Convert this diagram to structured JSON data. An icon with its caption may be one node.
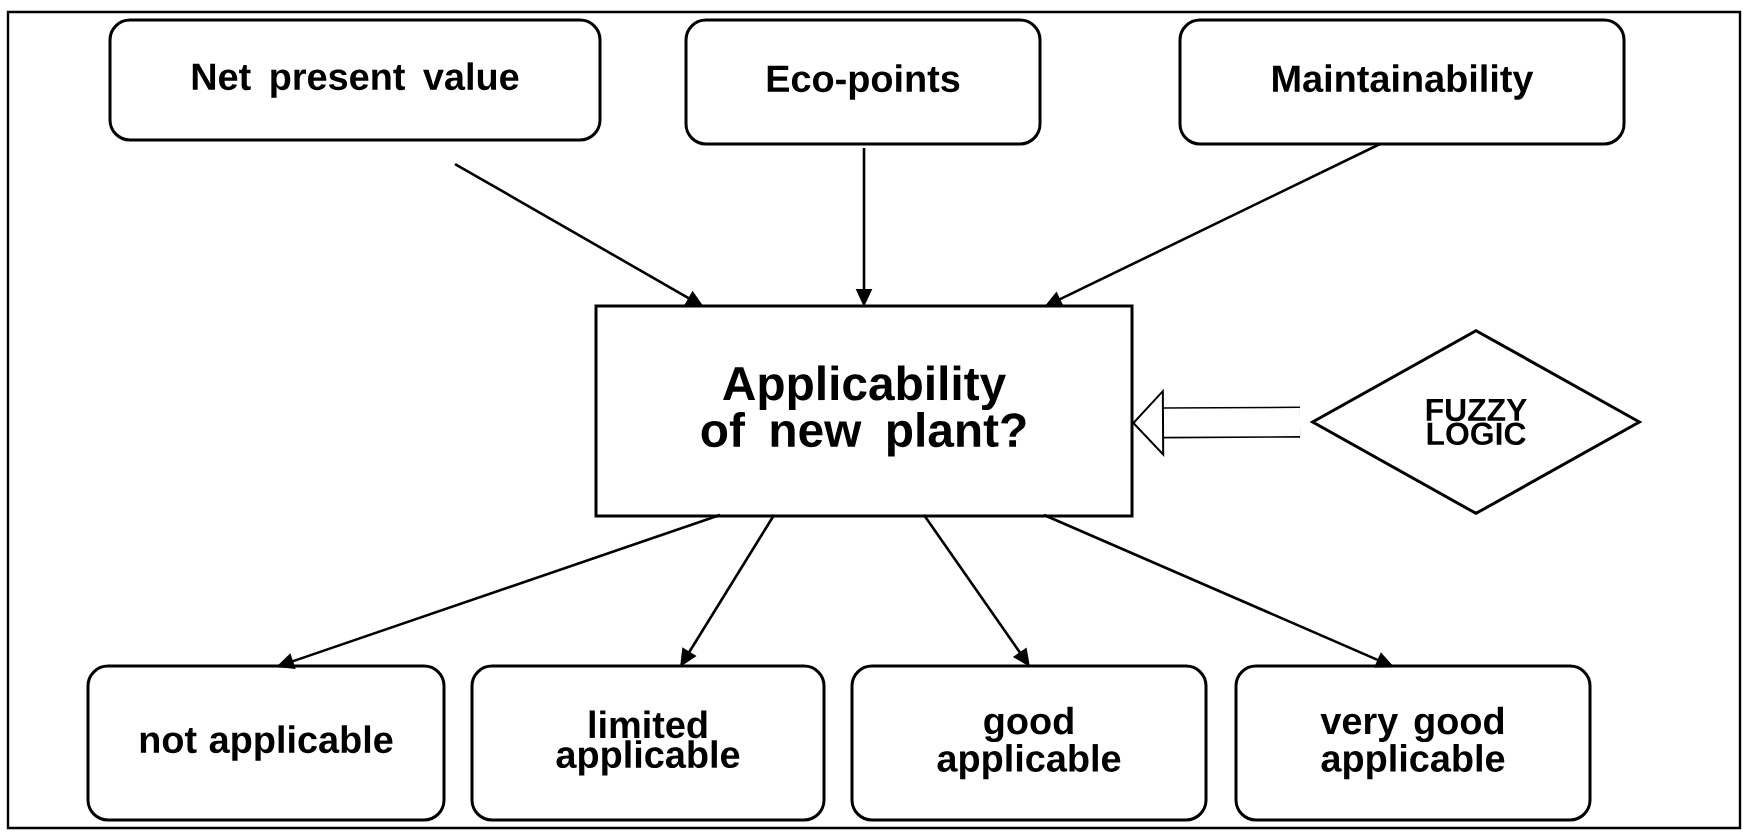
{
  "diagram": {
    "nodes": [
      {
        "text": [
          "Net present value"
        ]
      },
      {
        "text": [
          "Eco-points"
        ]
      },
      {
        "text": [
          "Maintainability"
        ]
      },
      {
        "text": [
          "Applicability of new plant?"
        ]
      },
      {
        "text": [
          "FUZZY LOGIC"
        ]
      },
      {
        "text": [
          "not applicable"
        ]
      },
      {
        "text": [
          "limited applicable"
        ]
      },
      {
        "text": [
          "good applicable"
        ]
      },
      {
        "text": [
          "very good applicable"
        ]
      }
    ],
    "edges": [
      {
        "from": 0,
        "to": 3,
        "arrow": "to"
      },
      {
        "from": 1,
        "to": 3,
        "arrow": "to"
      },
      {
        "from": 2,
        "to": 3,
        "arrow": "to"
      },
      {
        "from": 4,
        "to": 3,
        "arrow": "to",
        "style": "thick"
      },
      {
        "from": 3,
        "to": 5,
        "arrow": "to"
      },
      {
        "from": 3,
        "to": 6,
        "arrow": "to"
      },
      {
        "from": 3,
        "to": 7,
        "arrow": "to"
      },
      {
        "from": 3,
        "to": 8,
        "arrow": "to"
      }
    ]
  }
}
